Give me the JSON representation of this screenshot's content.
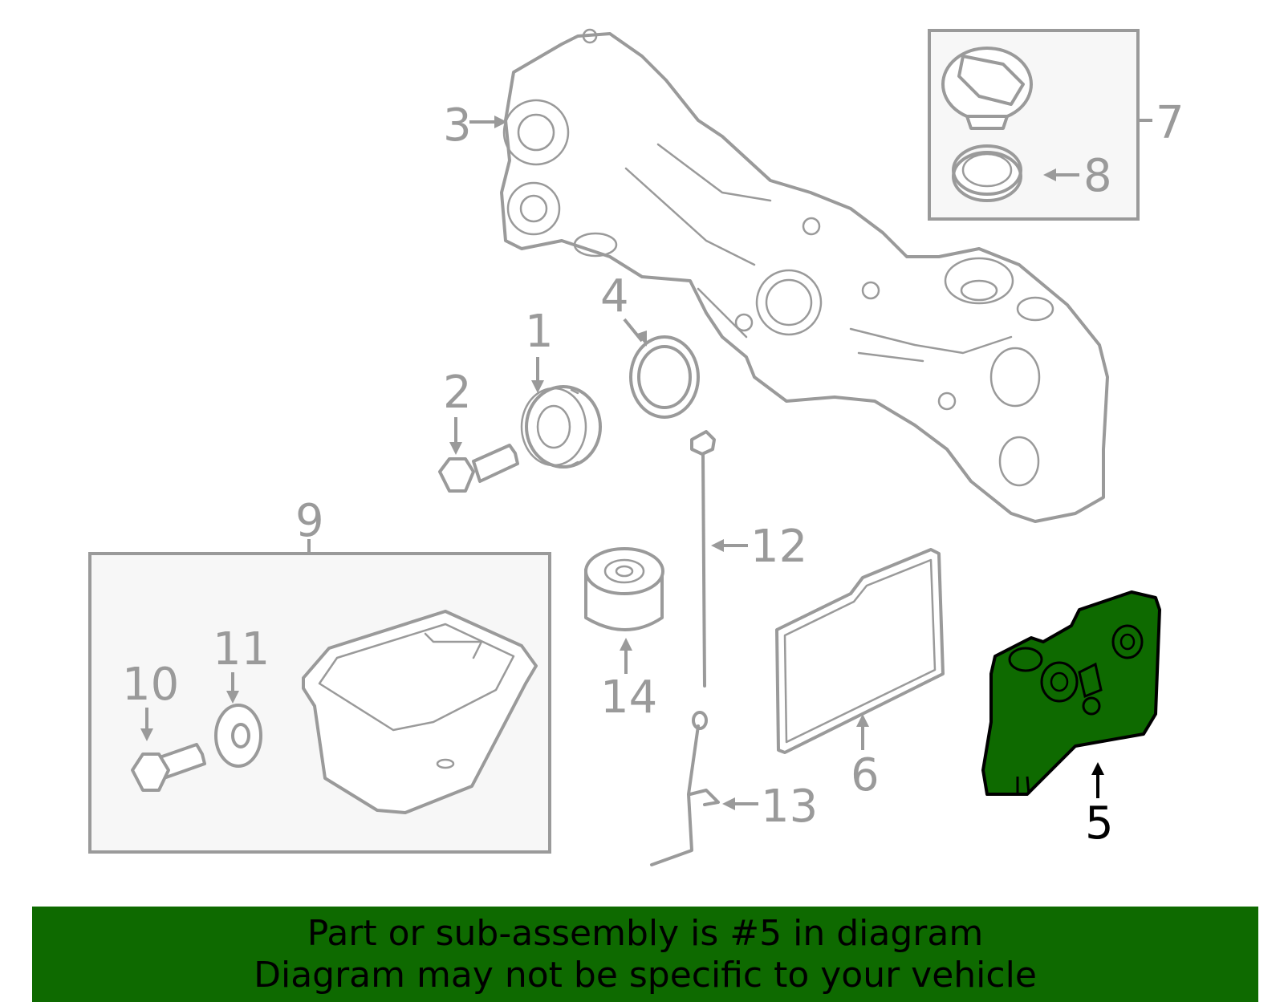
{
  "colors": {
    "highlight": "#0e6a00",
    "parts": "#9a9a9a",
    "banner": "#0e6a00",
    "box_fill": "#f7f7f7"
  },
  "callouts": {
    "c1": "1",
    "c2": "2",
    "c3": "3",
    "c4": "4",
    "c5": "5",
    "c6": "6",
    "c7": "7",
    "c8": "8",
    "c9": "9",
    "c10": "10",
    "c11": "11",
    "c12": "12",
    "c13": "13",
    "c14": "14"
  },
  "highlighted_part": "5",
  "banner": {
    "line1": "Part or sub-assembly is #5 in diagram",
    "line2": "Diagram may not be specific to your vehicle"
  }
}
